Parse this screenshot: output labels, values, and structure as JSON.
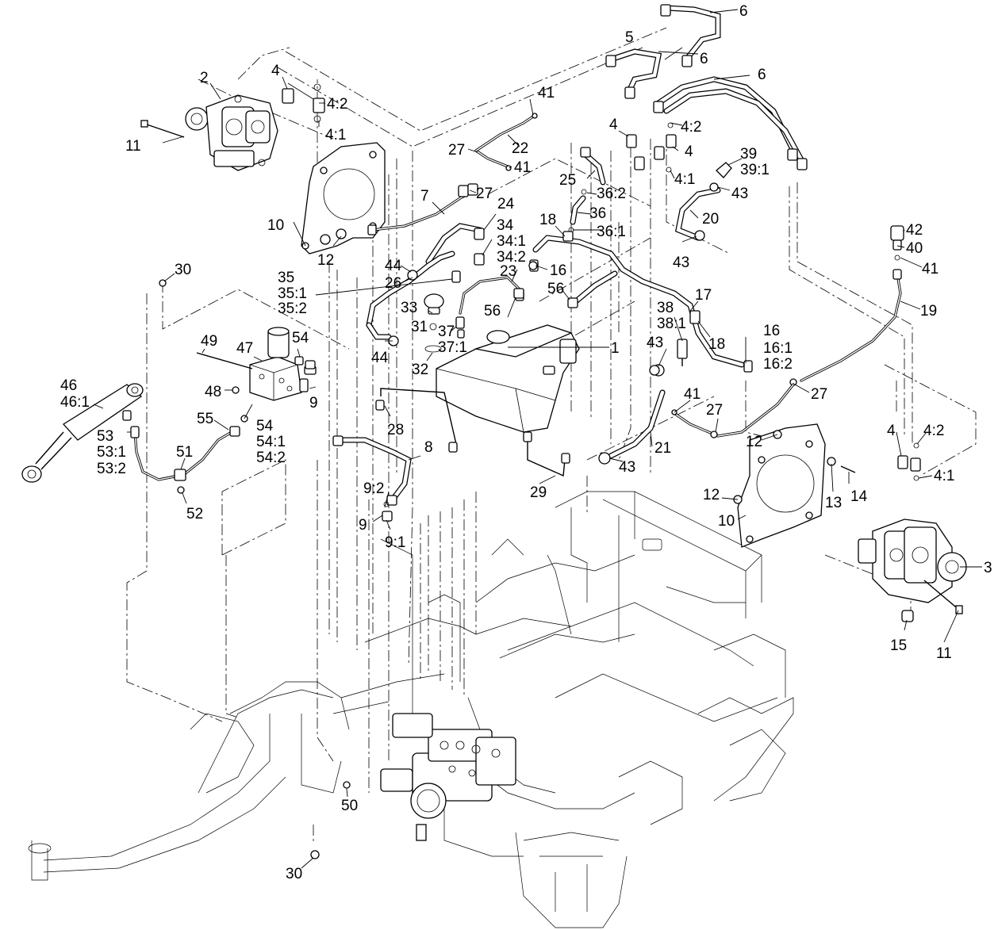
{
  "callouts": [
    {
      "id": "c1",
      "text": "1"
    },
    {
      "id": "c2",
      "text": "2"
    },
    {
      "id": "c3",
      "text": "3"
    },
    {
      "id": "c4a",
      "text": "4"
    },
    {
      "id": "c4_2a",
      "text": "4:2"
    },
    {
      "id": "c4_1a",
      "text": "4:1"
    },
    {
      "id": "c4b",
      "text": "4"
    },
    {
      "id": "c4_2b",
      "text": "4:2"
    },
    {
      "id": "c4c",
      "text": "4"
    },
    {
      "id": "c4_1b",
      "text": "4:1"
    },
    {
      "id": "c4d",
      "text": "4"
    },
    {
      "id": "c4_2c",
      "text": "4:2"
    },
    {
      "id": "c4_1c",
      "text": "4:1"
    },
    {
      "id": "c5",
      "text": "5"
    },
    {
      "id": "c6a",
      "text": "6"
    },
    {
      "id": "c6b",
      "text": "6"
    },
    {
      "id": "c6c",
      "text": "6"
    },
    {
      "id": "c7",
      "text": "7"
    },
    {
      "id": "c8",
      "text": "8"
    },
    {
      "id": "c9a",
      "text": "9"
    },
    {
      "id": "c9_2",
      "text": "9:2"
    },
    {
      "id": "c9b",
      "text": "9"
    },
    {
      "id": "c9_1",
      "text": "9:1"
    },
    {
      "id": "c10a",
      "text": "10"
    },
    {
      "id": "c10b",
      "text": "10"
    },
    {
      "id": "c11a",
      "text": "11"
    },
    {
      "id": "c11b",
      "text": "11"
    },
    {
      "id": "c12a",
      "text": "12"
    },
    {
      "id": "c12b",
      "text": "12"
    },
    {
      "id": "c12c",
      "text": "12"
    },
    {
      "id": "c13",
      "text": "13"
    },
    {
      "id": "c14",
      "text": "14"
    },
    {
      "id": "c15",
      "text": "15"
    },
    {
      "id": "c16a",
      "text": "16"
    },
    {
      "id": "c16b",
      "text": "16"
    },
    {
      "id": "c16_1",
      "text": "16:1"
    },
    {
      "id": "c16_2",
      "text": "16:2"
    },
    {
      "id": "c17",
      "text": "17"
    },
    {
      "id": "c18a",
      "text": "18"
    },
    {
      "id": "c18b",
      "text": "18"
    },
    {
      "id": "c19",
      "text": "19"
    },
    {
      "id": "c20",
      "text": "20"
    },
    {
      "id": "c21",
      "text": "21"
    },
    {
      "id": "c22",
      "text": "22"
    },
    {
      "id": "c23",
      "text": "23"
    },
    {
      "id": "c24",
      "text": "24"
    },
    {
      "id": "c25",
      "text": "25"
    },
    {
      "id": "c26",
      "text": "26"
    },
    {
      "id": "c27a",
      "text": "27"
    },
    {
      "id": "c27b",
      "text": "27"
    },
    {
      "id": "c27c",
      "text": "27"
    },
    {
      "id": "c27d",
      "text": "27"
    },
    {
      "id": "c28",
      "text": "28"
    },
    {
      "id": "c29",
      "text": "29"
    },
    {
      "id": "c30a",
      "text": "30"
    },
    {
      "id": "c30b",
      "text": "30"
    },
    {
      "id": "c31",
      "text": "31"
    },
    {
      "id": "c32",
      "text": "32"
    },
    {
      "id": "c33",
      "text": "33"
    },
    {
      "id": "c34",
      "text": "34"
    },
    {
      "id": "c34_1",
      "text": "34:1"
    },
    {
      "id": "c34_2",
      "text": "34:2"
    },
    {
      "id": "c35",
      "text": "35"
    },
    {
      "id": "c35_1",
      "text": "35:1"
    },
    {
      "id": "c35_2",
      "text": "35:2"
    },
    {
      "id": "c36",
      "text": "36"
    },
    {
      "id": "c36_2",
      "text": "36:2"
    },
    {
      "id": "c36_1",
      "text": "36:1"
    },
    {
      "id": "c37",
      "text": "37"
    },
    {
      "id": "c37_1",
      "text": "37:1"
    },
    {
      "id": "c38",
      "text": "38"
    },
    {
      "id": "c38_1",
      "text": "38:1"
    },
    {
      "id": "c39",
      "text": "39"
    },
    {
      "id": "c39_1",
      "text": "39:1"
    },
    {
      "id": "c40",
      "text": "40"
    },
    {
      "id": "c41a",
      "text": "41"
    },
    {
      "id": "c41b",
      "text": "41"
    },
    {
      "id": "c41c",
      "text": "41"
    },
    {
      "id": "c41d",
      "text": "41"
    },
    {
      "id": "c42",
      "text": "42"
    },
    {
      "id": "c43a",
      "text": "43"
    },
    {
      "id": "c43b",
      "text": "43"
    },
    {
      "id": "c43c",
      "text": "43"
    },
    {
      "id": "c43d",
      "text": "43"
    },
    {
      "id": "c44a",
      "text": "44"
    },
    {
      "id": "c44b",
      "text": "44"
    },
    {
      "id": "c46",
      "text": "46"
    },
    {
      "id": "c46_1",
      "text": "46:1"
    },
    {
      "id": "c47",
      "text": "47"
    },
    {
      "id": "c48",
      "text": "48"
    },
    {
      "id": "c49",
      "text": "49"
    },
    {
      "id": "c50",
      "text": "50"
    },
    {
      "id": "c51",
      "text": "51"
    },
    {
      "id": "c52",
      "text": "52"
    },
    {
      "id": "c53",
      "text": "53"
    },
    {
      "id": "c53_1",
      "text": "53:1"
    },
    {
      "id": "c53_2",
      "text": "53:2"
    },
    {
      "id": "c54a",
      "text": "54"
    },
    {
      "id": "c54b",
      "text": "54"
    },
    {
      "id": "c54_1",
      "text": "54:1"
    },
    {
      "id": "c54_2",
      "text": "54:2"
    },
    {
      "id": "c55",
      "text": "55"
    },
    {
      "id": "c56a",
      "text": "56"
    },
    {
      "id": "c56b",
      "text": "56"
    }
  ]
}
